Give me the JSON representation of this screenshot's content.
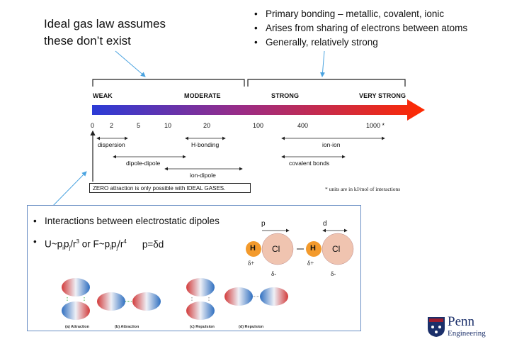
{
  "ideal_gas_note": "Ideal gas law assumes these don’t exist",
  "primary_bonding": {
    "bullets": [
      "Primary bonding – metallic, covalent, ionic",
      "Arises from sharing of electrons between atoms",
      "Generally, relatively strong"
    ]
  },
  "scale": {
    "labels": {
      "weak": "WEAK",
      "moderate": "MODERATE",
      "strong": "STRONG",
      "very_strong": "VERY STRONG"
    },
    "ticks": [
      "0",
      "2",
      "5",
      "10",
      "20",
      "100",
      "400",
      "1000 *"
    ],
    "ranges": {
      "dispersion": "dispersion",
      "h_bonding": "H-bonding",
      "dipole_dipole": "dipole-dipole",
      "ion_dipole": "ion-dipole",
      "ion_ion": "ion-ion",
      "covalent": "covalent bonds"
    },
    "zero_note": "ZERO attraction is only possible with IDEAL GASES.",
    "units_note": "* units are in kJ/mol of interactions",
    "colors": {
      "start": "#2b3bd6",
      "mid": "#b8306e",
      "end": "#ff2a00"
    }
  },
  "dipole": {
    "bullet1": "Interactions between electrostatic dipoles",
    "eq_u": "U~p",
    "eq_i": "i",
    "eq_p2": "p",
    "eq_j": "j",
    "eq_r": "/r",
    "eq_3": "3",
    "eq_or": " or F~p",
    "eq_4": "4",
    "eq_pd": "p=δd",
    "molecules": {
      "p_label": "p",
      "d_label": "d",
      "h": "H",
      "cl": "Cl",
      "delta_plus": "δ+",
      "delta_minus": "δ-",
      "colors": {
        "h": "#f39a2c",
        "cl": "#f0c4b0"
      }
    },
    "captions": [
      "(a) Attraction",
      "(b) Attraction",
      "(c) Repulsion",
      "(d) Repulsion"
    ]
  },
  "logo": {
    "word": "Penn",
    "sub": "Engineering"
  }
}
